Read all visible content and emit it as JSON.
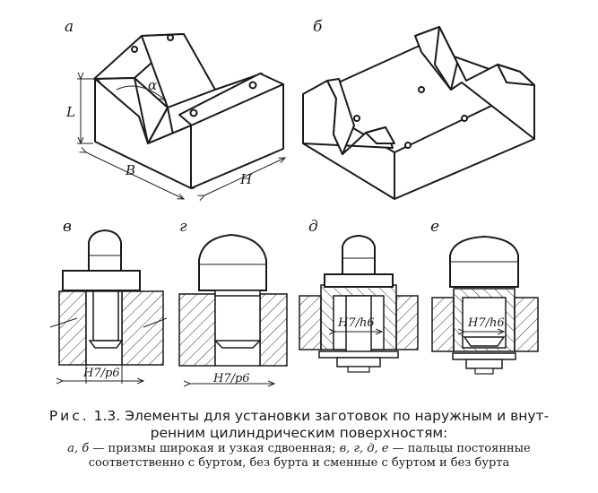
{
  "figure": {
    "labels": {
      "a": "а",
      "b": "б",
      "v": "в",
      "g": "г",
      "d": "д",
      "e": "е"
    },
    "dimensions": {
      "alpha": "α",
      "L": "L",
      "B": "B",
      "H": "H"
    },
    "fits": {
      "v": "H7/p6",
      "g": "H7/p6",
      "d": "H7/h6",
      "e": "H7/h6"
    }
  },
  "caption": {
    "prefix": "Рис.",
    "number": "1.3.",
    "title_line1": "Элементы для установки заготовок по наружным и внут-",
    "title_line2": "ренним цилиндрическим поверхностям:",
    "legend_1a": "а, б",
    "legend_1b": " — призмы широкая и узкая сдвоенная; ",
    "legend_1c": "в, г, д, е",
    "legend_1d": " — пальцы постоянные",
    "legend_2": "соответственно с буртом, без бурта и сменные с буртом и без бурта"
  }
}
